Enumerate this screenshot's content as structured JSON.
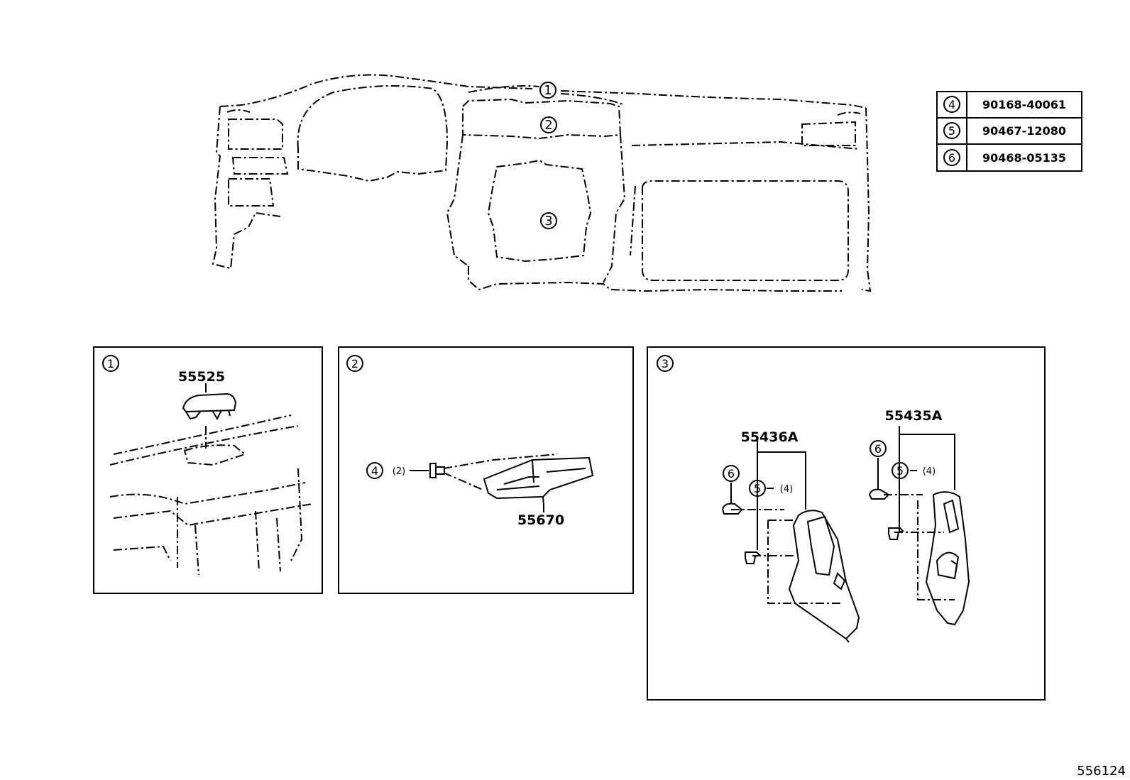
{
  "overview": {
    "callouts": [
      "1",
      "2",
      "3"
    ]
  },
  "fastener_table": [
    {
      "ref": "4",
      "part": "90168-40061"
    },
    {
      "ref": "5",
      "part": "90467-12080"
    },
    {
      "ref": "6",
      "part": "90468-05135"
    }
  ],
  "panel1": {
    "index": "1",
    "part": "55525"
  },
  "panel2": {
    "index": "2",
    "part": "55670",
    "fastener_ref": "4",
    "fastener_qty": "(2)"
  },
  "panel3": {
    "index": "3",
    "left_part": "55436A",
    "right_part": "55435A",
    "left_ref6": "6",
    "left_ref5": "5",
    "left_qty5": "(4)",
    "right_ref6": "6",
    "right_ref5": "5",
    "right_qty5": "(4)"
  },
  "illustration_number": "556124"
}
